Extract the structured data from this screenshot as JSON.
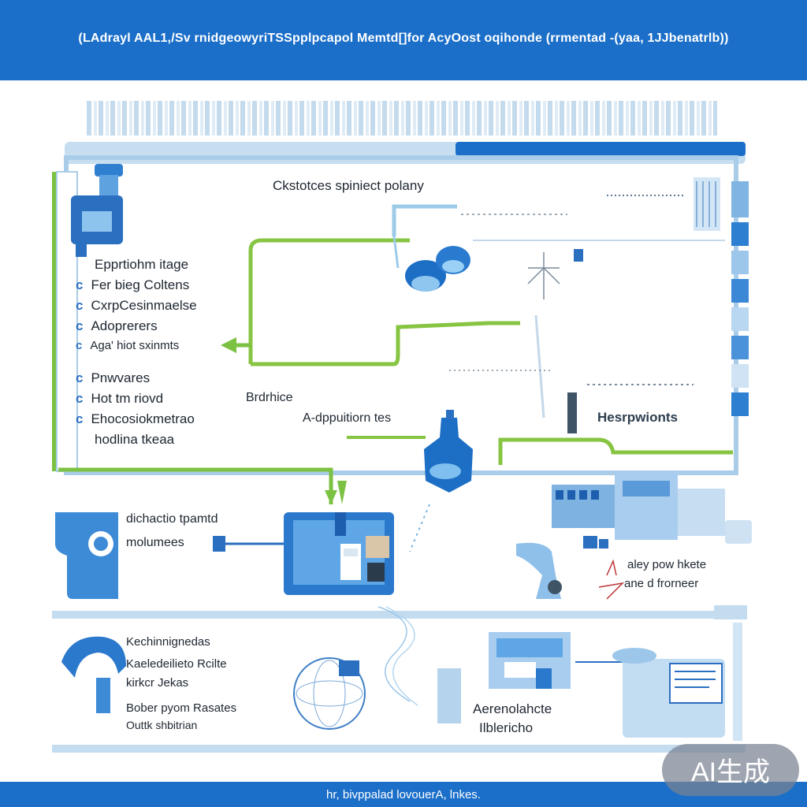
{
  "header": {
    "title": "(LAdrayl AAL1,/Sv  rnidgeowyriTSSpplpcapol Memtd[]for AcyOost oqihonde  (rrmentad -(yaa, 1JJbenatrlb))"
  },
  "diagram": {
    "main_heading": "Ckstotces spiniect polany",
    "left_list": [
      {
        "label": "Epprtiohm itage",
        "bullet": ""
      },
      {
        "label": "Fer bieg Coltens",
        "bullet": "c"
      },
      {
        "label": "CxrpCesinmaelse",
        "bullet": "c"
      },
      {
        "label": "Adoprerers",
        "bullet": "c"
      },
      {
        "label": "Aga' hiot sxinmts",
        "bullet": "c"
      },
      {
        "label": "Pnwvares",
        "bullet": "c"
      },
      {
        "label": "Hot  tm riovd",
        "bullet": "c"
      },
      {
        "label": "Ehocosiokmetrao",
        "bullet": "c"
      },
      {
        "label": "hodlina tkeaa",
        "bullet": ""
      }
    ],
    "brdrhice": "Brdrhice",
    "adpplition": "A-dppuitiorn tes",
    "heespwionts": "Hesrpwionts",
    "dichactio": "dichactio tpamtd",
    "molumees": "molumees",
    "aley_line1": "aley pow hkete",
    "aley_line2": "ane d frorneer",
    "bottom_left": [
      "Kechinnignedas",
      "Kaeledeilieto Rcilte",
      "kirkcr Jekas",
      "Bober pyom Rasates",
      "Outtk shbitrian"
    ],
    "aero_line1": "Aerenolahcte",
    "aero_line2": "Ilblericho"
  },
  "footer": {
    "text": "hr,  bivppalad lovouerA, lnkes."
  },
  "badge": {
    "text": "AI生成"
  },
  "colors": {
    "brand_blue": "#1b6fc9",
    "accent_green": "#7cc242",
    "light_blue": "#a9cde9"
  }
}
